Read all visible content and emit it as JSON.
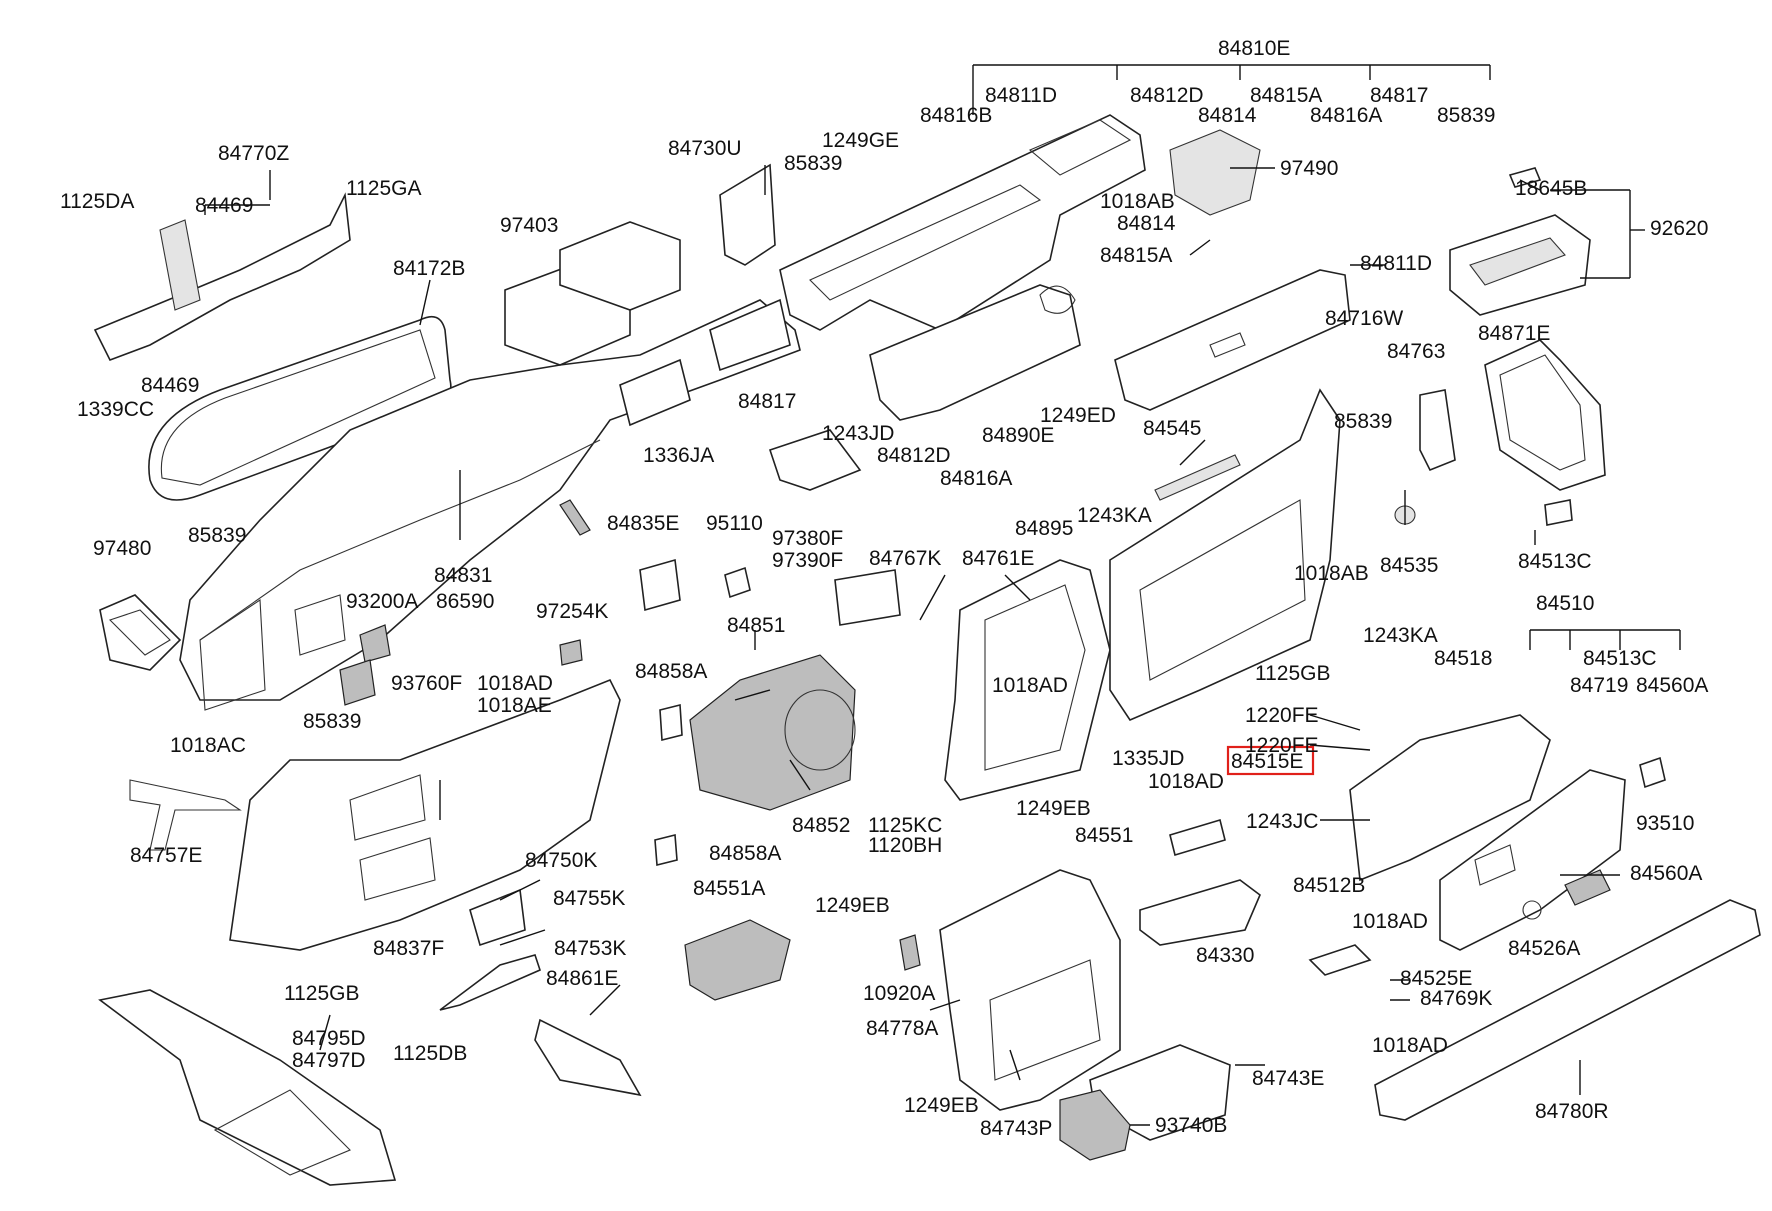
{
  "highlighted_part": "84515E",
  "labels": [
    "84810E",
    "84811D",
    "84812D",
    "84814",
    "84815A",
    "84816A",
    "84817",
    "85839",
    "84816B",
    "84730U",
    "1249GE",
    "85839",
    "97490",
    "18645B",
    "92620",
    "1125DA",
    "84770Z",
    "84469",
    "1125GA",
    "84172B",
    "84469",
    "1339CC",
    "97403",
    "1018AB",
    "84814",
    "84815A",
    "84811D",
    "84817",
    "1243JD",
    "84812D",
    "84890E",
    "1249ED",
    "84816A",
    "1336JA",
    "84716W",
    "84763",
    "84871E",
    "84545",
    "85839",
    "97380F",
    "97390F",
    "84895",
    "1243KA",
    "84535",
    "84513C",
    "97480",
    "85839",
    "84831",
    "84835E",
    "95110",
    "84767K",
    "84761E",
    "1018AB",
    "93200A",
    "86590",
    "97254K",
    "84851",
    "1125GB",
    "84510",
    "93760F",
    "1018AD",
    "1018AE",
    "84858A",
    "1018AD",
    "1243KA",
    "84518",
    "84513C",
    "84560A",
    "84719",
    "85839",
    "1220FE",
    "1018AC",
    "1335JD",
    "1220FE",
    "1018AD",
    "84515E",
    "84757E",
    "1125KC",
    "1120BH",
    "1249EB",
    "84852",
    "1243JC",
    "93510",
    "84750K",
    "84858A",
    "84551",
    "84512B",
    "84560A",
    "84755K",
    "84551A",
    "1249EB",
    "1018AD",
    "84837F",
    "84753K",
    "84330",
    "84526A",
    "1125GB",
    "10920A",
    "84525E",
    "84861E",
    "84769K",
    "84795D",
    "84797D",
    "1125DB",
    "84778A",
    "1018AD",
    "84743E",
    "1249EB",
    "84780R",
    "84743P",
    "93740B"
  ]
}
